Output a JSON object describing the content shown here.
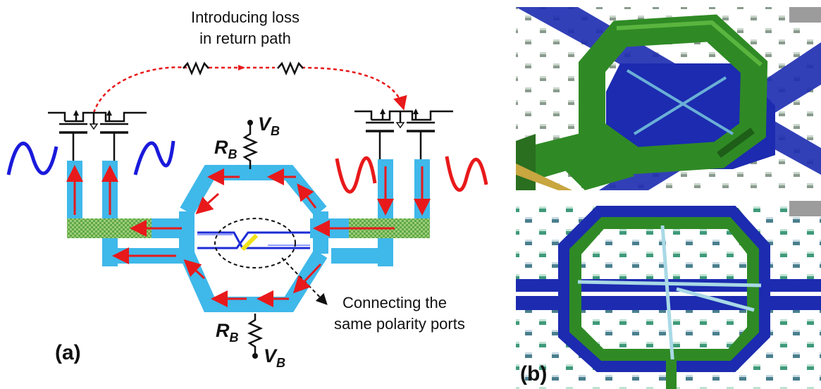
{
  "panel_a": {
    "label": "(a)",
    "annotation_top_line1": "Introducing loss",
    "annotation_top_line2": "in return path",
    "annotation_bottom_line1": "Connecting the",
    "annotation_bottom_line2": "same polarity ports",
    "vb_top": "V",
    "vb_top_sub": "B",
    "rb_top": "R",
    "rb_top_sub": "B",
    "vb_bottom": "V",
    "vb_bottom_sub": "B",
    "rb_bottom": "R",
    "rb_bottom_sub": "B"
  },
  "panel_b": {
    "label": "(b)"
  },
  "colors": {
    "line": "#3fb8ea",
    "arrow": "#e8191b",
    "signal_left": "#1a1adb",
    "signal_right": "#e8191b",
    "cross_line": "#1c2bd6",
    "cross_link": "#f2e21a",
    "pad": "#7cc35a",
    "layout_blue": "#1c2bb0",
    "layout_green": "#2f8a25"
  }
}
